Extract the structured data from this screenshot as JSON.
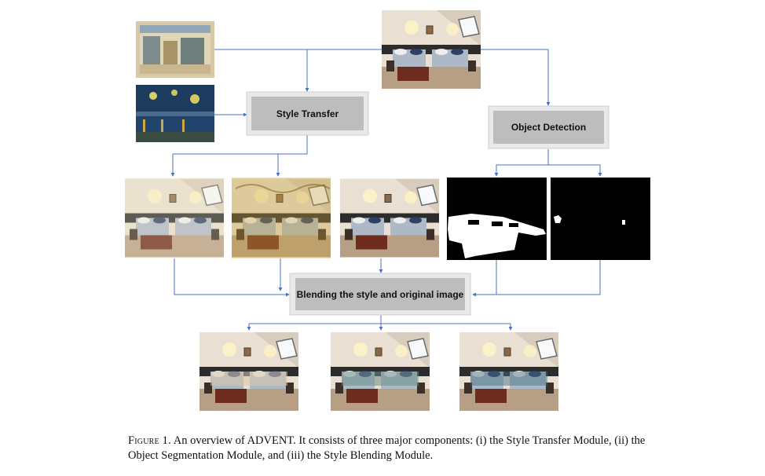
{
  "boxes": {
    "style_transfer": "Style Transfer",
    "object_detection": "Object Detection",
    "blending": "Blending the style and original image"
  },
  "caption": {
    "lead": "Figure 1.",
    "text": "An overview of ADVENT. It consists of three major components: (i) the Style Transfer Module, (ii) the Object Segmentation Module, and (iii) the Style Blending Module."
  },
  "colors": {
    "arrow": "#4a72c4",
    "box_outer": "#e9e9e9",
    "box_inner": "#bdbdbd",
    "mask_bg": "#000000",
    "mask_fg": "#ffffff"
  }
}
